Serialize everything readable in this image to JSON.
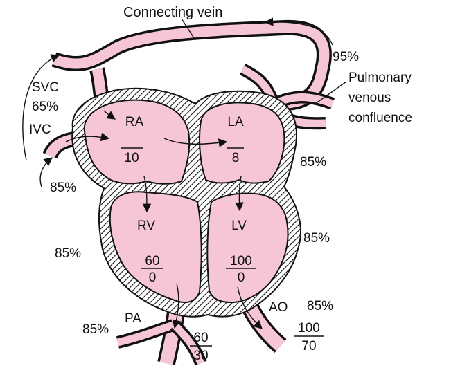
{
  "labels": {
    "connecting_vein": "Connecting vein",
    "pulmonary_line1": "Pulmonary",
    "pulmonary_line2": "venous",
    "pulmonary_line3": "confluence",
    "svc": "SVC",
    "svc_sat": "65%",
    "ivc": "IVC",
    "ivc_sat": "85%",
    "vein_sat": "95%",
    "la_right_sat": "85%",
    "lv_right_sat": "85%",
    "rv_left_sat": "85%",
    "pa_left_sat": "85%",
    "ao_sat": "85%",
    "pa": "PA",
    "ao": "AO"
  },
  "chambers": {
    "ra": {
      "name": "RA",
      "top": "",
      "bottom": "10"
    },
    "la": {
      "name": "LA",
      "top": "",
      "bottom": "8"
    },
    "rv": {
      "name": "RV",
      "top": "60",
      "bottom": "0"
    },
    "lv": {
      "name": "LV",
      "top": "100",
      "bottom": "0"
    }
  },
  "pressures": {
    "pa": {
      "top": "60",
      "bottom": "30"
    },
    "ao": {
      "top": "100",
      "bottom": "70"
    }
  },
  "colors": {
    "tissue": "#f7c6d6",
    "outline": "#111111",
    "wall_hatch": "#111111"
  }
}
